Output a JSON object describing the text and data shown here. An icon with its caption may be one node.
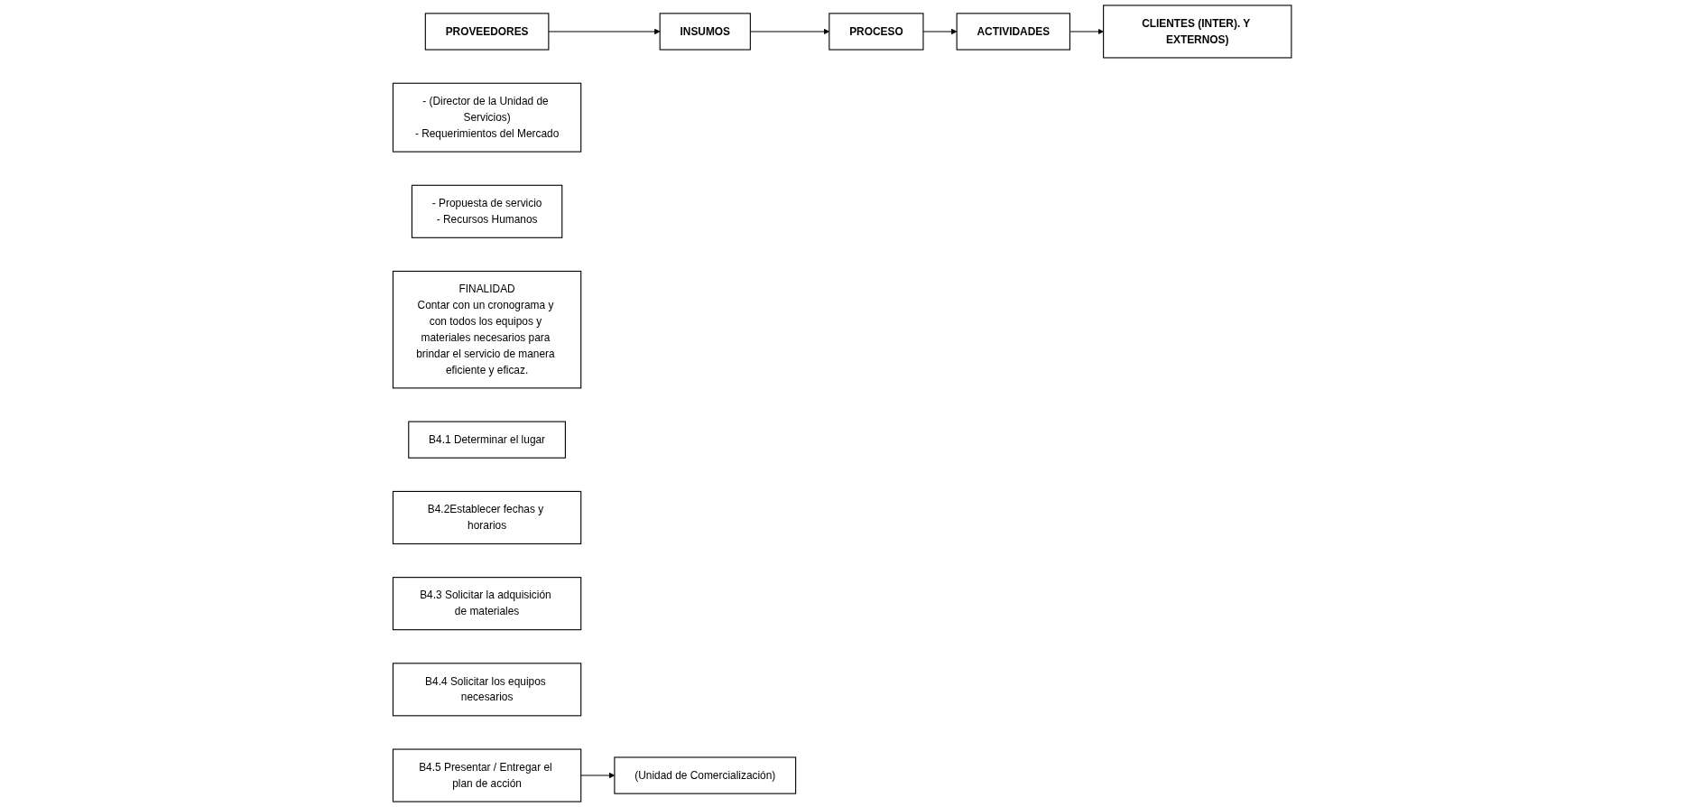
{
  "diagram": {
    "nodes": [
      {
        "text": [
          "PROVEEDORES"
        ]
      },
      {
        "text": [
          "INSUMOS"
        ]
      },
      {
        "text": [
          "PROCESO"
        ]
      },
      {
        "text": [
          "ACTIVIDADES"
        ]
      },
      {
        "text": [
          "CLIENTES (INTER). Y EXTERNOS)"
        ]
      },
      {
        "text": [
          "- (Director de la Unidad de Servicios)",
          "- Requerimientos del Mercado"
        ]
      },
      {
        "text": [
          "- Propuesta de servicio",
          "- Recursos Humanos"
        ]
      },
      {
        "text": [
          "FINALIDAD",
          "Contar con un cronograma y con todos los equipos y materiales necesarios para brindar el servicio de manera eficiente y eficaz."
        ]
      },
      {
        "text": [
          "B4.1 Determinar el lugar"
        ]
      },
      {
        "text": [
          "B4.2Establecer fechas y horarios"
        ]
      },
      {
        "text": [
          "B4.3 Solicitar la adquisición de materiales"
        ]
      },
      {
        "text": [
          "B4.4 Solicitar los equipos necesarios"
        ]
      },
      {
        "text": [
          "B4.5 Presentar / Entregar el plan de acción"
        ]
      },
      {
        "text": [
          "(Unidad de Comercialización)"
        ]
      }
    ],
    "edges": [
      {
        "from": 0,
        "to": 1,
        "arrow": "to"
      },
      {
        "from": 1,
        "to": 2,
        "arrow": "to"
      },
      {
        "from": 2,
        "to": 3,
        "arrow": "to"
      },
      {
        "from": 3,
        "to": 4,
        "arrow": "to"
      },
      {
        "from": 12,
        "to": 13,
        "arrow": "to"
      }
    ]
  }
}
